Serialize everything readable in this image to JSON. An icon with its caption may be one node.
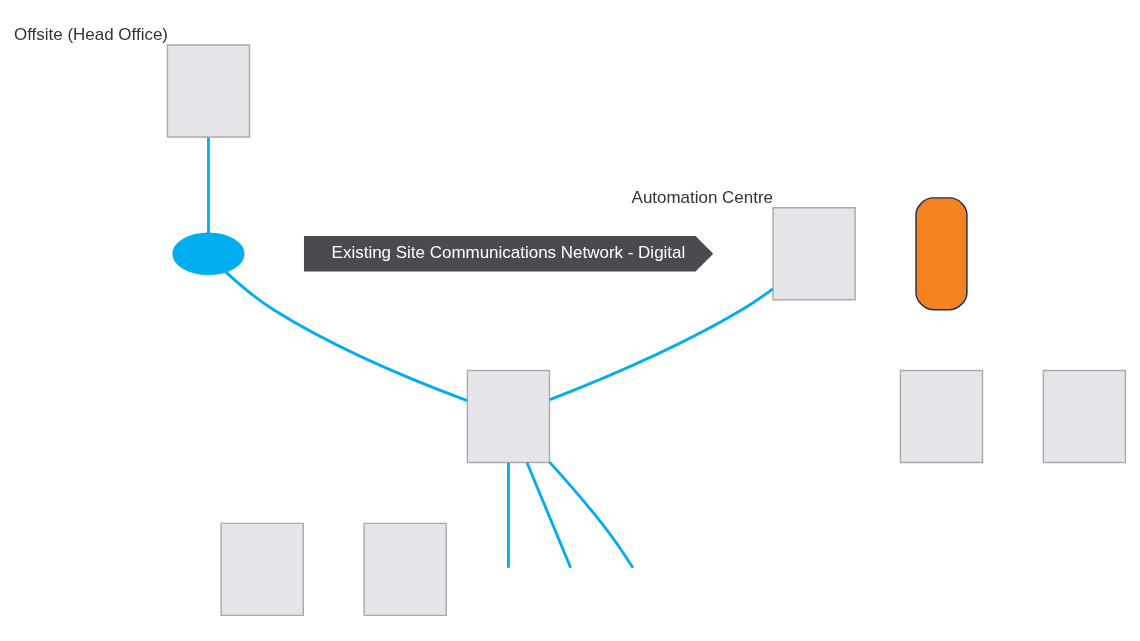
{
  "diagram": {
    "nodes": [
      {
        "text": [],
        "shape": "box",
        "beside": [
          "Offsite (Head Office)"
        ]
      },
      {
        "text": [],
        "shape": "cloud"
      },
      {
        "text": [],
        "shape": "person"
      },
      {
        "text": [
          "Existing Site Communications Network - Digital"
        ]
      },
      {
        "text": [],
        "shape": "box",
        "beside": [
          "Automation Centre"
        ]
      },
      {
        "text": [],
        "shape": "box"
      },
      {
        "text": [],
        "shape": "box"
      },
      {
        "text": [],
        "shape": "box"
      },
      {
        "text": [],
        "shape": "box"
      },
      {
        "text": [],
        "shape": "box"
      }
    ],
    "edges": [
      {
        "from": 0,
        "to": 1,
        "arrow": "none"
      },
      {
        "from": 1,
        "to": 5,
        "arrow": "none"
      },
      {
        "from": 4,
        "to": 5,
        "arrow": "none"
      },
      {
        "from": 5,
        "to": null,
        "arrow": "none"
      },
      {
        "from": 5,
        "to": null,
        "arrow": "none"
      },
      {
        "from": 5,
        "to": null,
        "arrow": "none"
      }
    ]
  }
}
